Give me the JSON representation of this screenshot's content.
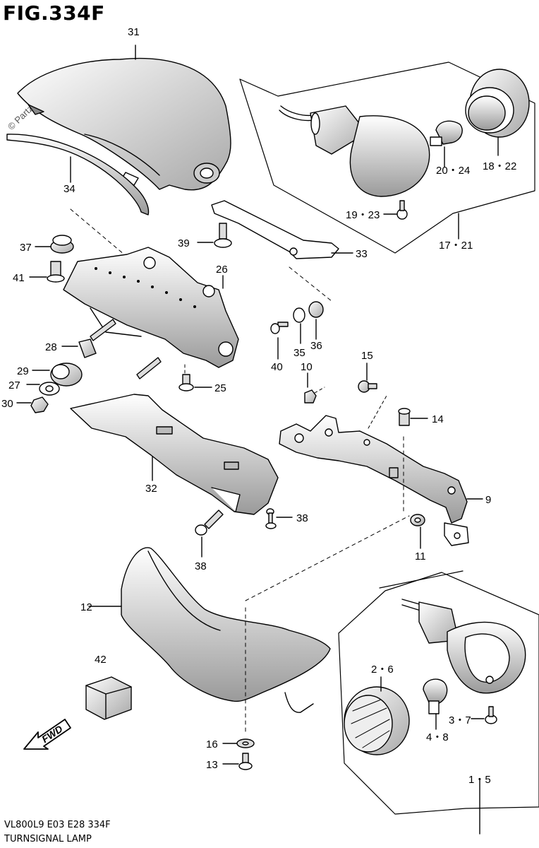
{
  "figure": {
    "title": "FIG.334F",
    "code": "VL800L9  E03  E28  334F",
    "name": "TURNSIGNAL LAMP",
    "watermark": "© Partzilla.com",
    "fwd": "FWD"
  },
  "callouts": {
    "c31": "31",
    "c34": "34",
    "c37": "37",
    "c41": "41",
    "c39": "39",
    "c26": "26",
    "c33": "33",
    "c28": "28",
    "c29": "29",
    "c27": "27",
    "c30": "30",
    "c25": "25",
    "c40": "40",
    "c35": "35",
    "c36": "36",
    "c10": "10",
    "c15": "15",
    "c14": "14",
    "c32": "32",
    "c9": "9",
    "c38a": "38",
    "c38b": "38",
    "c11": "11",
    "c12": "12",
    "c42": "42",
    "c16": "16",
    "c13": "13",
    "c19_23": "19・23",
    "c20_24": "20・24",
    "c18_22": "18・22",
    "c17_21": "17・21",
    "c2_6": "2・6",
    "c3_7": "3・7",
    "c4_8": "4・8",
    "c1_5": "1・5"
  },
  "colors": {
    "line": "#000000",
    "shade": "#b9b9b9",
    "light": "#dddddd"
  }
}
